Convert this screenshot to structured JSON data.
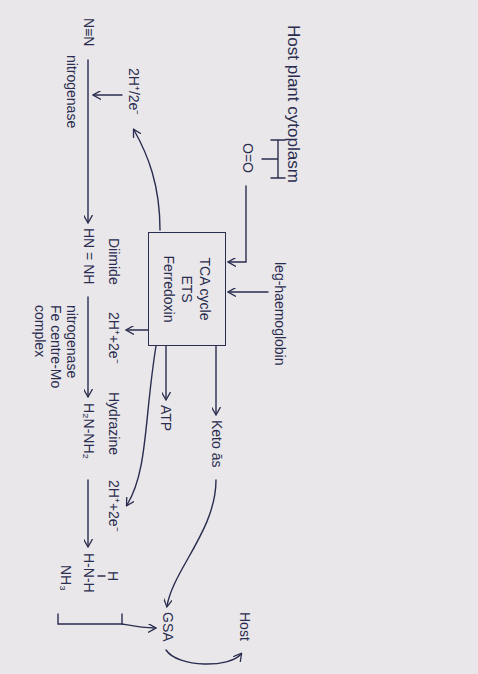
{
  "diagram": {
    "title": "Host plant cytoplasm",
    "nodes": [
      {
        "text": [
          "TCA cycle",
          "ETS",
          "Ferredoxin"
        ]
      }
    ],
    "labels": [
      "leg-haemoglobin",
      "O=O",
      "Keto ās",
      "ATP",
      "2H⁺/2e⁻",
      "N≡N",
      "nitrogenase",
      "Diimide",
      "HN = NH",
      "2H⁺+2e⁻",
      "Hydrazine",
      "nitrogenase",
      "Fe centre-Mo complex",
      "H₂N-NH₂",
      "2H⁺+2e⁻",
      "H",
      "H-N-H",
      "NH₃",
      "GSA",
      "Host"
    ]
  }
}
